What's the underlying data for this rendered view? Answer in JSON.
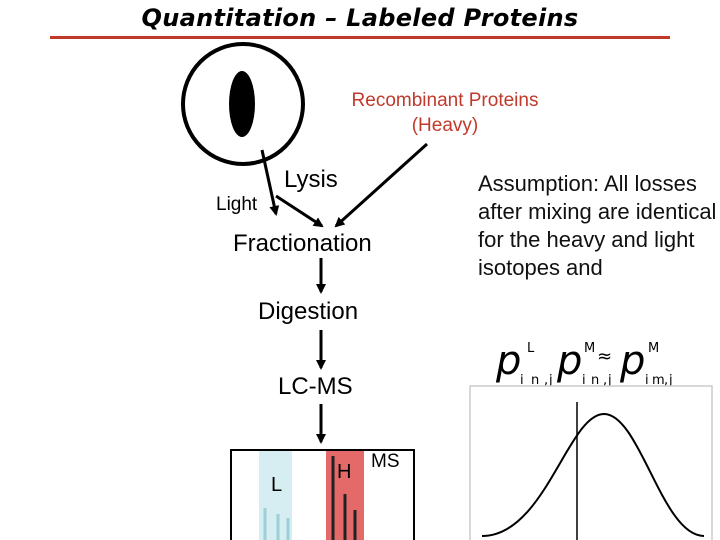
{
  "title": "Quantitation – Labeled Proteins",
  "labels": {
    "recombinant": "Recombinant Proteins (Heavy)",
    "lysis": "Lysis",
    "light": "Light",
    "fractionation": "Fractionation",
    "digestion": "Digestion",
    "lcms": "LC-MS",
    "ms": "MS",
    "l": "L",
    "h": "H"
  },
  "assumption": "Assumption: All losses after mixing are identical for the heavy and light isotopes and",
  "colors": {
    "accent_red": "#c0392b",
    "light_band": "#d6eef2",
    "heavy_band": "#e46a6a"
  }
}
